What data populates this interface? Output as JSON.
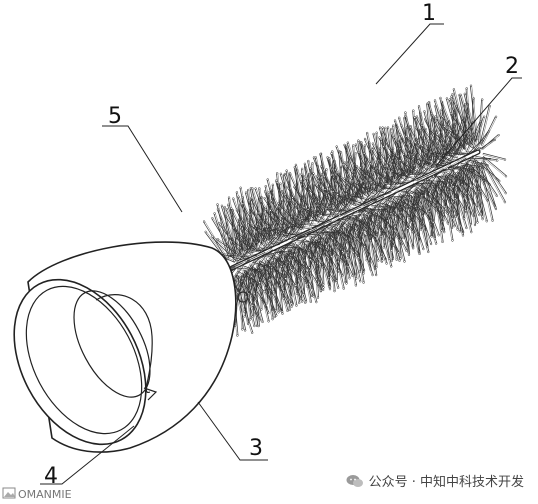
{
  "figure": {
    "callouts": {
      "label_1": "1",
      "label_2": "2",
      "label_3": "3",
      "label_4": "4",
      "label_5": "5"
    }
  },
  "watermark": {
    "account_text": "公众号 · 中知中科技术开发",
    "corner_text": "OMANMIE"
  },
  "icons": {
    "account": "chat-bubbles-icon",
    "corner": "image-badge-icon"
  },
  "colors": {
    "line": "#222222",
    "bristle": "#333333",
    "background": "#ffffff"
  }
}
